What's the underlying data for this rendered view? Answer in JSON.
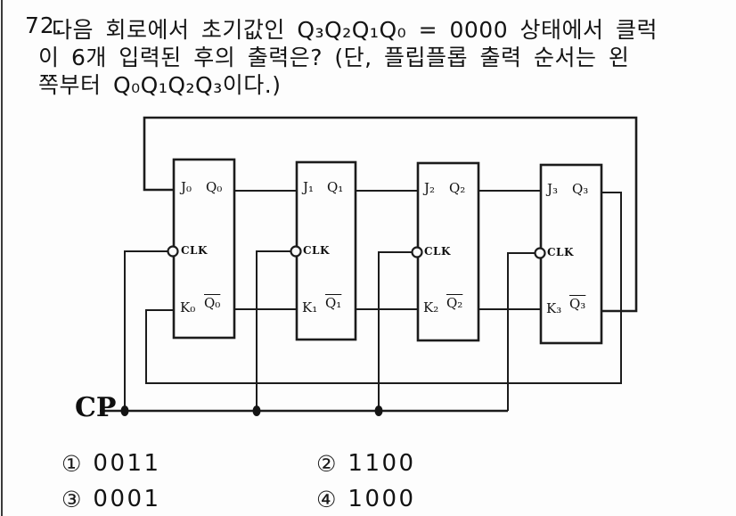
{
  "question": {
    "number": "72.",
    "line1": "다음 회로에서 초기값인 Q₃Q₂Q₁Q₀ = 0000 상태에서 클럭",
    "line2": "이 6개 입력된 후의 출력은? (단, 플립플롭 출력 순서는 왼",
    "line3": "쪽부터 Q₀Q₁Q₂Q₃이다.)"
  },
  "circuit": {
    "clock_label": "CP",
    "flipflops": [
      {
        "j": "J₀",
        "q": "Q₀",
        "clk": "CLK",
        "k": "K₀",
        "qbar": "Q₀"
      },
      {
        "j": "J₁",
        "q": "Q₁",
        "clk": "CLK",
        "k": "K₁",
        "qbar": "Q₁"
      },
      {
        "j": "J₂",
        "q": "Q₂",
        "clk": "CLK",
        "k": "K₂",
        "qbar": "Q₂"
      },
      {
        "j": "J₃",
        "q": "Q₃",
        "clk": "CLK",
        "k": "K₃",
        "qbar": "Q₃"
      }
    ]
  },
  "options": [
    {
      "marker": "①",
      "value": "0011"
    },
    {
      "marker": "②",
      "value": "1100"
    },
    {
      "marker": "③",
      "value": "0001"
    },
    {
      "marker": "④",
      "value": "1000"
    }
  ],
  "colors": {
    "ink": "#161616",
    "paper": "#fdfdfd"
  }
}
